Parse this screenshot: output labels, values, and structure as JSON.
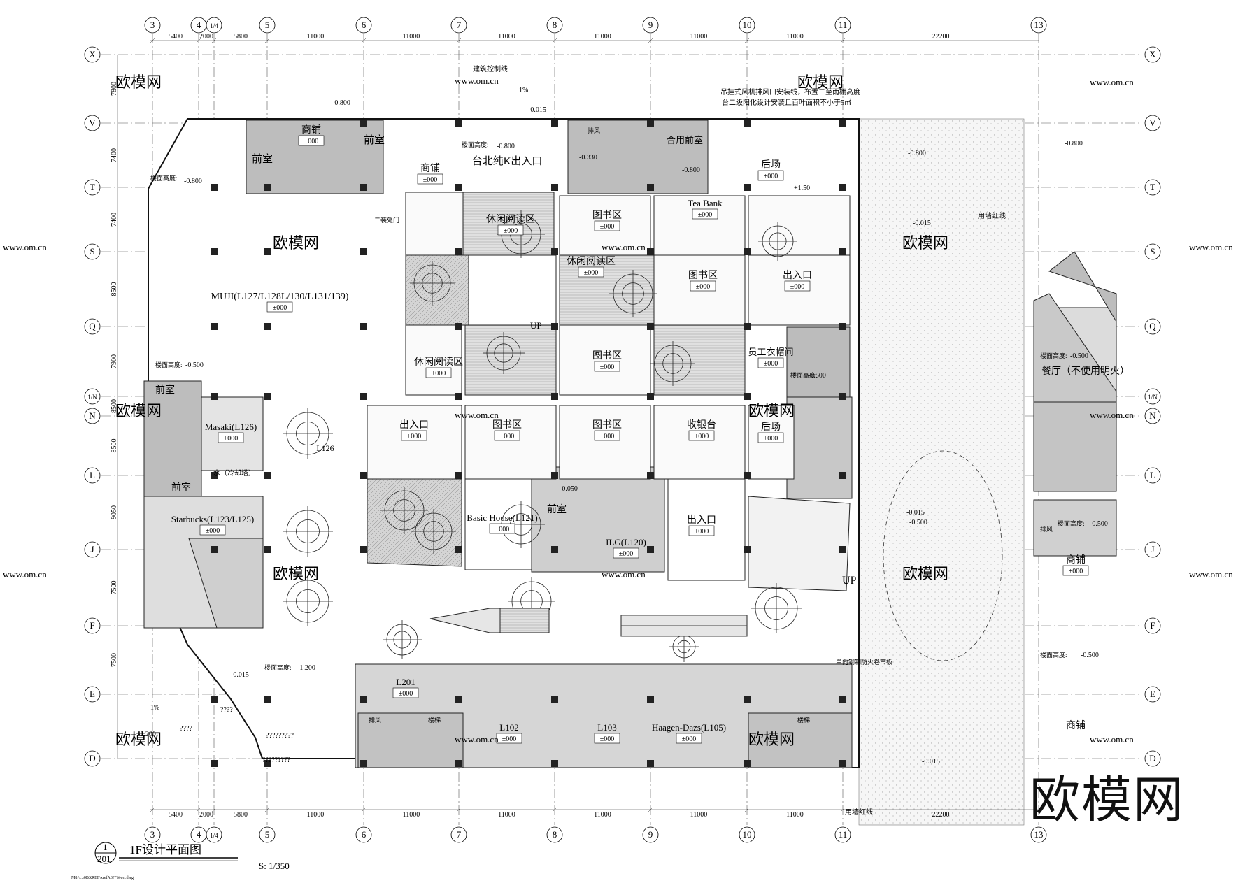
{
  "drawing": {
    "title": "1F设计平面图",
    "scale": "S: 1/350",
    "sheet_number": "1",
    "sheet_ref": "201",
    "xref_path": "M8:\\...\\0BXREF\\xrefA3???#wn.dwg"
  },
  "grid": {
    "columns": [
      "3",
      "4",
      "1/4",
      "5",
      "6",
      "7",
      "8",
      "9",
      "10",
      "11",
      "13"
    ],
    "rows": [
      "X",
      "V",
      "T",
      "S",
      "Q",
      "1/N",
      "N",
      "L",
      "J",
      "F",
      "E",
      "D"
    ],
    "column_spacings": [
      "5400",
      "2000",
      "5800",
      "11000",
      "11000",
      "11000",
      "11000",
      "11000",
      "11000",
      "22200"
    ],
    "row_spacings": [
      "7800",
      "7400",
      "7400",
      "8500",
      "7900",
      "8500",
      "8500",
      "9050",
      "7500",
      "7500"
    ]
  },
  "rooms": [
    {
      "id": "muji",
      "name": "MUJI(L127/L128L/130/L131/139)",
      "level": "±000"
    },
    {
      "id": "masaki",
      "name": "Masaki(L126)",
      "level": "±000"
    },
    {
      "id": "l126",
      "name": "L126",
      "level": ""
    },
    {
      "id": "starbucks",
      "name": "Starbucks(L123/L125)",
      "level": "±000"
    },
    {
      "id": "basic-house",
      "name": "Basic House(L121)",
      "level": "±000"
    },
    {
      "id": "ilg",
      "name": "ILG(L120)",
      "level": "±000"
    },
    {
      "id": "l201",
      "name": "L201",
      "level": "±000"
    },
    {
      "id": "l102",
      "name": "L102",
      "level": "±000"
    },
    {
      "id": "l103",
      "name": "L103",
      "level": "±000"
    },
    {
      "id": "haagen-dazs",
      "name": "Haagen-Dazs(L105)",
      "level": "±000"
    },
    {
      "id": "tea-bank",
      "name": "Tea Bank",
      "level": "±000"
    },
    {
      "id": "shop-top-left",
      "name": "商铺",
      "level": "±000"
    },
    {
      "id": "shop-top-mid",
      "name": "商铺",
      "level": "±000"
    },
    {
      "id": "shop-right-1",
      "name": "商铺",
      "level": "±000"
    },
    {
      "id": "shop-right-2",
      "name": "商铺",
      "level": ""
    },
    {
      "id": "taipei-entry",
      "name": "台北纯K出入口",
      "level": ""
    },
    {
      "id": "leisure-1",
      "name": "休闲阅读区",
      "level": "±000"
    },
    {
      "id": "leisure-2",
      "name": "休闲阅读区",
      "level": "±000"
    },
    {
      "id": "leisure-3",
      "name": "休闲阅读区",
      "level": "±000"
    },
    {
      "id": "library-1",
      "name": "图书区",
      "level": "±000"
    },
    {
      "id": "library-2",
      "name": "图书区",
      "level": "±000"
    },
    {
      "id": "library-3",
      "name": "图书区",
      "level": "±000"
    },
    {
      "id": "library-4",
      "name": "图书区",
      "level": "±000"
    },
    {
      "id": "library-5",
      "name": "图书区",
      "level": "±000"
    },
    {
      "id": "entrance-1",
      "name": "出入口",
      "level": "±000"
    },
    {
      "id": "entrance-2",
      "name": "出入口",
      "level": "±000"
    },
    {
      "id": "entrance-3",
      "name": "出入口",
      "level": "±000"
    },
    {
      "id": "cashier",
      "name": "收银台",
      "level": "±000"
    },
    {
      "id": "backyard-1",
      "name": "后场",
      "level": "±000"
    },
    {
      "id": "backyard-2",
      "name": "后场",
      "level": "±000"
    },
    {
      "id": "staff-cloak",
      "name": "员工衣帽间",
      "level": "±000"
    },
    {
      "id": "restaurant",
      "name": "餐厅（不使用明火）",
      "level": ""
    }
  ],
  "labels": {
    "front_room": "前室",
    "shared_front_room": "合用前室",
    "water_cold_heat": "水（冷却塔）",
    "up": "UP",
    "building_line": "建筑控制线",
    "slope": "1%",
    "ramp_note": "吊挂式风机排风口安装线，布置二至雨棚高度",
    "ramp_note2": "台二级阳化设计安装且百叶面积不小于5㎡",
    "fire_rolling": "单向钢制防火卷帘板",
    "curtain_line": "用墙红线",
    "elev_m0800": "-0.800",
    "elev_m0015": "-0.015",
    "elev_m0500": "-0.500",
    "elev_m0050": "-0.050",
    "elev_m1200": "-1.200",
    "elev_p0150": "+1.50",
    "elev_m0330": "-0.330",
    "floor_elev": "楼面高度:",
    "question": "????",
    "question_long": "?????????",
    "door_1": "二装处门",
    "pressure": "排风",
    "stair": "楼梯"
  },
  "watermark": {
    "brand": "欧模网",
    "url": "www.om.cn"
  }
}
